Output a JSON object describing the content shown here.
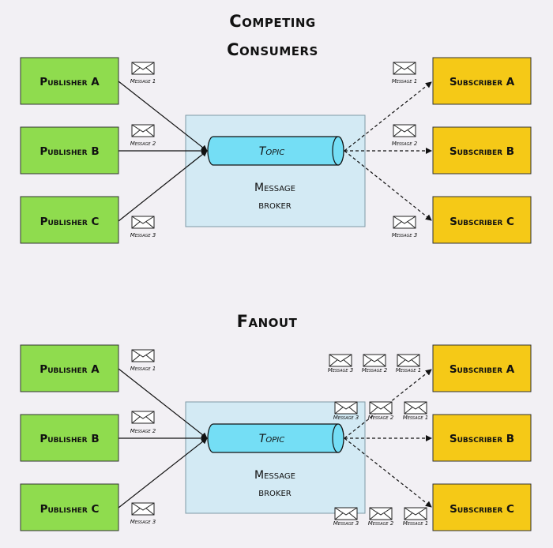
{
  "colors": {
    "background": "#f2f0f4",
    "publisher": "#8fdc4e",
    "subscriber": "#f5c917",
    "broker": "#d3eaf4",
    "topic": "#74def5",
    "stroke": "#111111"
  },
  "sections": [
    {
      "id": "competing",
      "title_lines": [
        "Competing",
        "Consumers"
      ],
      "publishers": [
        "Publisher A",
        "Publisher B",
        "Publisher C"
      ],
      "subscribers": [
        "Subscriber A",
        "Subscriber B",
        "Subscriber C"
      ],
      "topic": "Topic",
      "broker_lines": [
        "Message",
        "broker"
      ],
      "publisher_messages": [
        "Message 1",
        "Message 2",
        "Message 3"
      ],
      "subscriber_messages": [
        [
          "Message 1"
        ],
        [
          "Message 2"
        ],
        [
          "Message 3"
        ]
      ]
    },
    {
      "id": "fanout",
      "title_lines": [
        "Fanout"
      ],
      "publishers": [
        "Publisher A",
        "Publisher B",
        "Publisher C"
      ],
      "subscribers": [
        "Subscriber A",
        "Subscriber B",
        "Subscriber C"
      ],
      "topic": "Topic",
      "broker_lines": [
        "Message",
        "broker"
      ],
      "publisher_messages": [
        "Message 1",
        "Message 2",
        "Message 3"
      ],
      "subscriber_messages": [
        [
          "Message 3",
          "Message 2",
          "Message 1"
        ],
        [
          "Message 3",
          "Message 2",
          "Message 1"
        ],
        [
          "Message 3",
          "Message 2",
          "Message 1"
        ]
      ]
    }
  ],
  "icons": {
    "message": "envelope-icon"
  }
}
